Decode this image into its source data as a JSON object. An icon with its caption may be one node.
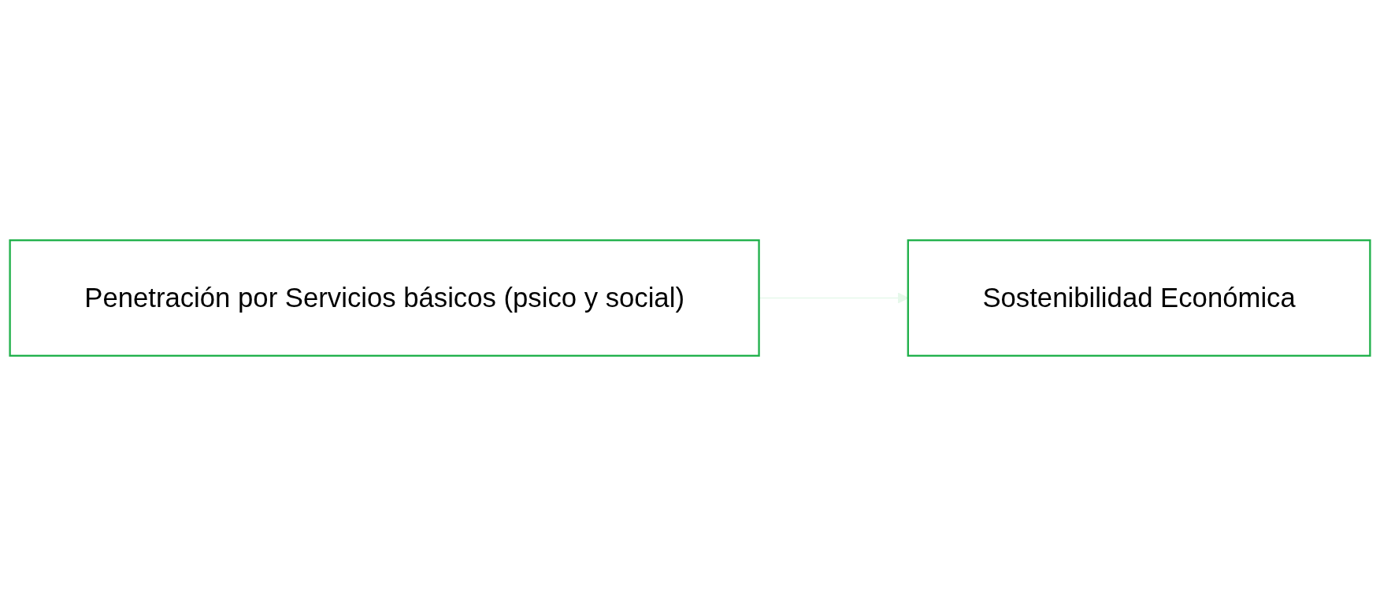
{
  "diagram": {
    "nodes": [
      {
        "text": [
          "Penetración por Servicios básicos (psico y social)"
        ]
      },
      {
        "text": [
          "Sostenibilidad Económica"
        ]
      }
    ],
    "edges": [
      {
        "from": 0,
        "to": 1,
        "arrow": "to",
        "color": "#e6f8ea"
      }
    ]
  }
}
